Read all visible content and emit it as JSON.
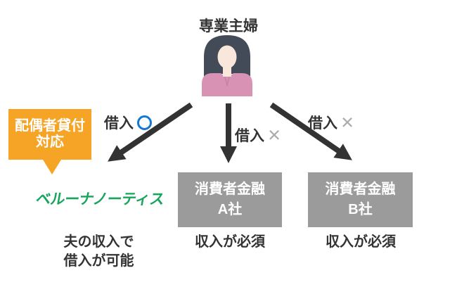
{
  "title": "専業主婦",
  "callout": {
    "line1": "配偶者貸付",
    "line2": "対応"
  },
  "arrows": {
    "left_label": "借入",
    "middle_label": "借入",
    "right_label": "借入",
    "ok_mark": "circle-outline",
    "ng_mark": "×"
  },
  "belluna": {
    "logo_text": "ベルーナノーティス",
    "caption_line1": "夫の収入で",
    "caption_line2": "借入が可能"
  },
  "company_a": {
    "box_line1": "消費者金融",
    "box_line2": "A社",
    "caption": "収入が必須"
  },
  "company_b": {
    "box_line1": "消費者金融",
    "box_line2": "B社",
    "caption": "収入が必須"
  },
  "colors": {
    "accent_orange": "#f6a426",
    "brand_green": "#17a55c",
    "ok_blue": "#1577d2",
    "ng_gray": "#ababab",
    "box_gray": "#9b9b9b",
    "arrow_dark": "#333333",
    "avatar_hair": "#434a58",
    "avatar_skin": "#f9e7dc",
    "avatar_top_pink": "#d893b4"
  }
}
